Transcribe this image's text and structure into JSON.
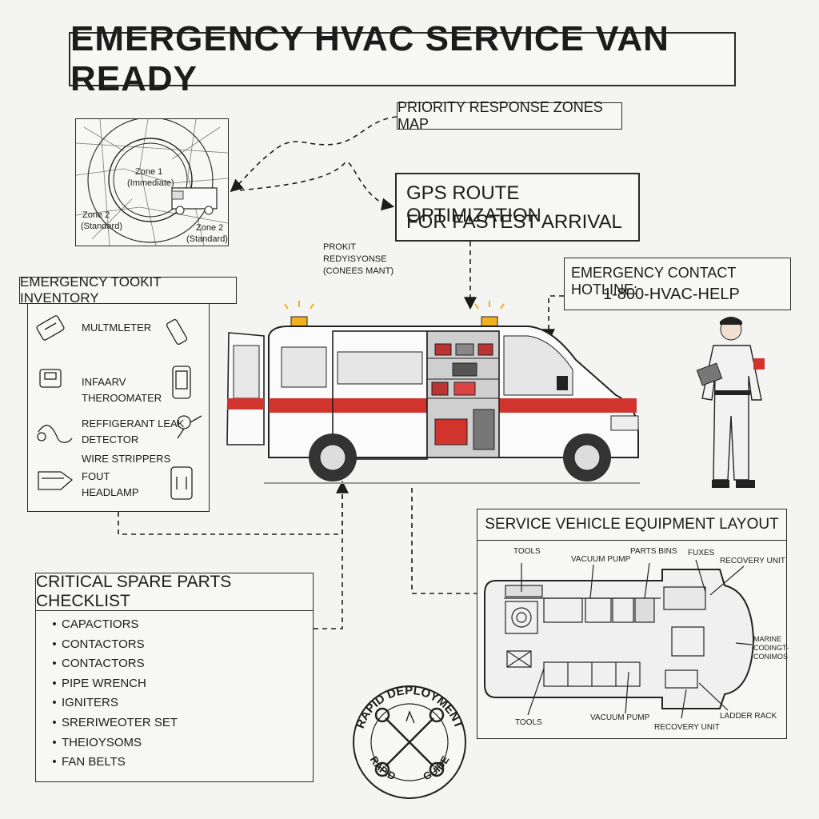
{
  "title": "EMERGENCY HVAC SERVICE VAN READY",
  "map": {
    "label": "PRIORITY RESPONSE ZONES MAP",
    "zone1": "Zone 1",
    "zone1_sub": "(Immediate)",
    "zone2_left": "Zone 2",
    "zone2_left_sub": "(Standard)",
    "zone2_right": "Zone 2",
    "zone2_right_sub": "(Standard)"
  },
  "gps": {
    "line1": "GPS ROUTE OPTIMIZATION",
    "line2": "FOR FASTEST ARRIVAL"
  },
  "floating_note": [
    "PROKIT",
    "REDYISYONSE",
    "(CONEES MANT)"
  ],
  "hotline": {
    "line1": "EMERGENCY CONTACT HOTLINE:",
    "line2": "1-800-HVAC-HELP"
  },
  "toolkit": {
    "title": "EMERGENCY TOOKIT INVENTORY",
    "items": [
      "MULTMLETER",
      "INFAARV",
      "THEROOMATER",
      "REFFIGERANT LEAK",
      "DETECTOR",
      "WIRE STRIPPERS",
      "FOUT",
      "HEADLAMP"
    ],
    "icons": [
      "multimeter-icon",
      "thermometer-icon",
      "leak-detector-icon",
      "wire-stripper-icon",
      "headlamp-icon"
    ]
  },
  "spare_parts": {
    "title": "CRITICAL SPARE PARTS CHECKLIST",
    "bullet": "•",
    "items": [
      "CAPACTIORS",
      "CONTACTORS",
      "CONTACTORS",
      "PIPE WRENCH",
      "IGNITERS",
      "SRERIWEOTER SET",
      "THEIOYSOMS",
      "FAN BELTS"
    ]
  },
  "layout": {
    "title": "SERVICE VEHICLE EQUIPMENT LAYOUT",
    "callouts_top": [
      "TOOLS",
      "VACUUM PUMP",
      "PARTS BINS",
      "FUXES",
      "RECOVERY UNIT"
    ],
    "callout_right": [
      "MARINE",
      "CODINGT-",
      "CONIMOS"
    ],
    "callouts_bottom": [
      "TOOLS",
      "VACUUM PUMP",
      "RECOVERY UNIT",
      "LADDER RACK"
    ]
  },
  "badge": {
    "top": "RAPID DEPLOYMENT",
    "bottom_left": "RAPID",
    "bottom_right": "GUIDE"
  },
  "colors": {
    "ink": "#1c1c1c",
    "accent_red": "#d0342c",
    "beacon": "#f0b020",
    "paper": "#f4f4f2"
  }
}
